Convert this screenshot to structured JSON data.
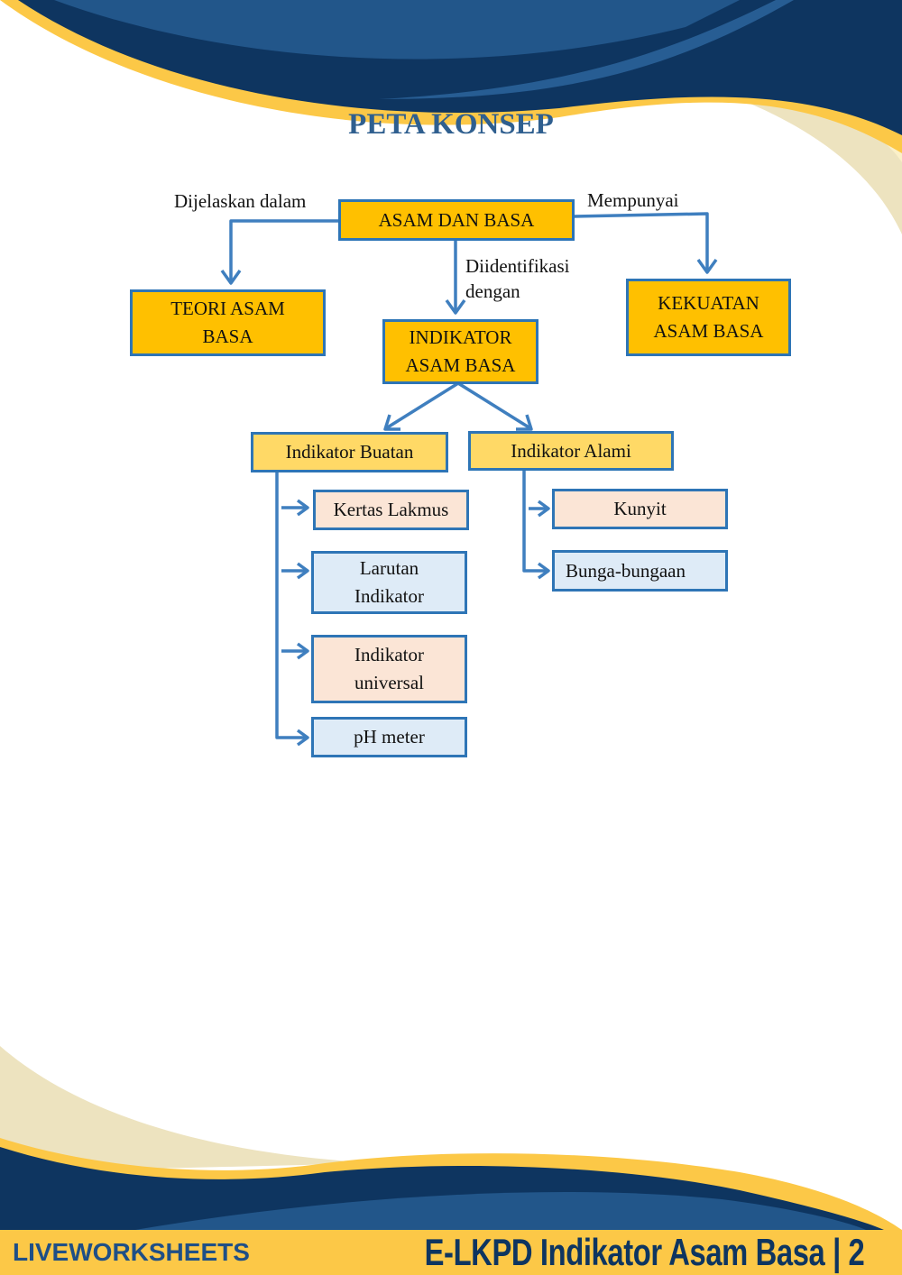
{
  "page": {
    "title": "PETA KONSEP",
    "colors": {
      "navy": "#0E3560",
      "blue": "#22568A",
      "gold": "#FCC847",
      "cream": "#EDE3BF",
      "box_border": "#2E75B6",
      "main_fill": "#FFC000",
      "sub_fill": "#FFD966",
      "peach": "#FBE5D6",
      "lightblue": "#DEEBF7"
    }
  },
  "concept_map": {
    "root": "ASAM DAN BASA",
    "links": {
      "left": "Dijelaskan dalam",
      "right": "Mempunyai",
      "middle_1": "Diidentifikasi",
      "middle_2": "dengan"
    },
    "teori": [
      "TEORI ASAM",
      "BASA"
    ],
    "indikator": [
      "INDIKATOR",
      "ASAM BASA"
    ],
    "kekuatan": [
      "KEKUATAN",
      "ASAM BASA"
    ],
    "buatan": {
      "label": "Indikator Buatan",
      "items": [
        [
          "Kertas Lakmus"
        ],
        [
          "Larutan",
          "Indikator"
        ],
        [
          "Indikator",
          "universal"
        ],
        [
          "pH meter"
        ]
      ]
    },
    "alami": {
      "label": "Indikator Alami",
      "items": [
        "Kunyit",
        "Bunga-bungaan"
      ]
    }
  },
  "footer": {
    "text": "E-LKPD Indikator Asam Basa | 2",
    "watermark": "LIVEWORKSHEETS"
  }
}
